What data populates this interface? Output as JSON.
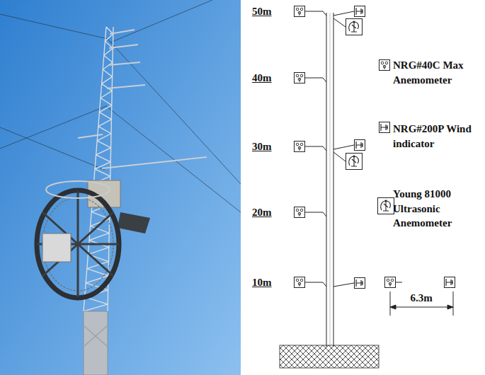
{
  "diagram": {
    "labels": [
      "50m",
      "40m",
      "30m",
      "20m",
      "10m",
      "6.3m"
    ],
    "legend": [
      {
        "text": "NRG#40C Max Anemometer"
      },
      {
        "text": "NRG#200P Wind indicator"
      },
      {
        "text": "Young 81000 Ultrasonic Anemometer"
      }
    ]
  }
}
